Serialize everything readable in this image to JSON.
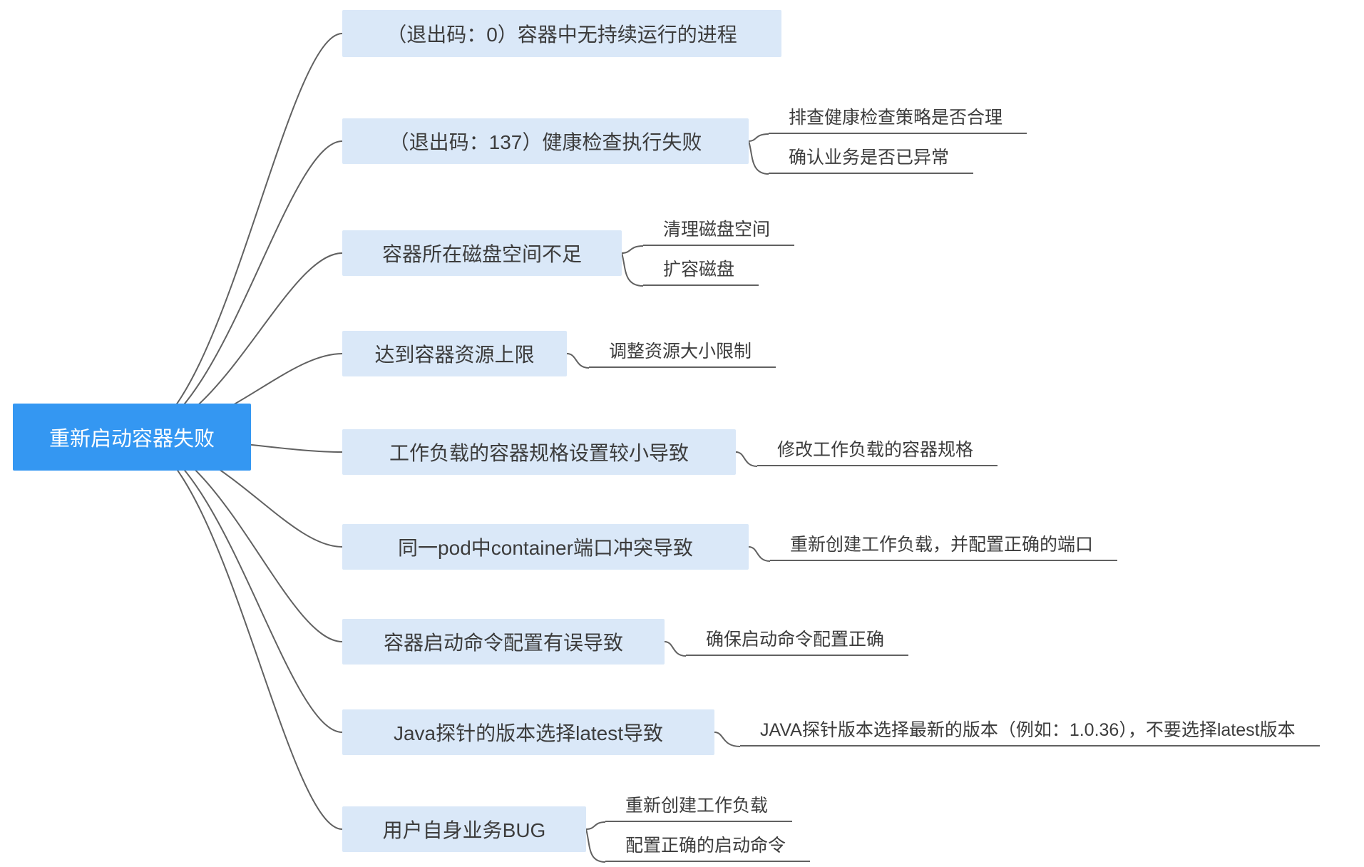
{
  "colors": {
    "root_bg": "#3497F2",
    "root_text": "#FFFFFF",
    "branch_bg": "#DAE8F8",
    "node_text": "#3C3C3C",
    "line": "#616161"
  },
  "root": {
    "label": "重新启动容器失败"
  },
  "branches": [
    {
      "label": "（退出码：0）容器中无持续运行的进程",
      "children": []
    },
    {
      "label": "（退出码：137）健康检查执行失败",
      "children": [
        "排查健康检查策略是否合理",
        "确认业务是否已异常"
      ]
    },
    {
      "label": "容器所在磁盘空间不足",
      "children": [
        "清理磁盘空间",
        "扩容磁盘"
      ]
    },
    {
      "label": "达到容器资源上限",
      "children": [
        "调整资源大小限制"
      ]
    },
    {
      "label": "工作负载的容器规格设置较小导致",
      "children": [
        "修改工作负载的容器规格"
      ]
    },
    {
      "label": "同一pod中container端口冲突导致",
      "children": [
        "重新创建工作负载，并配置正确的端口"
      ]
    },
    {
      "label": "容器启动命令配置有误导致",
      "children": [
        "确保启动命令配置正确"
      ]
    },
    {
      "label": "Java探针的版本选择latest导致",
      "children": [
        "JAVA探针版本选择最新的版本（例如：1.0.36），不要选择latest版本"
      ]
    },
    {
      "label": "用户自身业务BUG",
      "children": [
        "重新创建工作负载",
        "配置正确的启动命令"
      ]
    }
  ]
}
